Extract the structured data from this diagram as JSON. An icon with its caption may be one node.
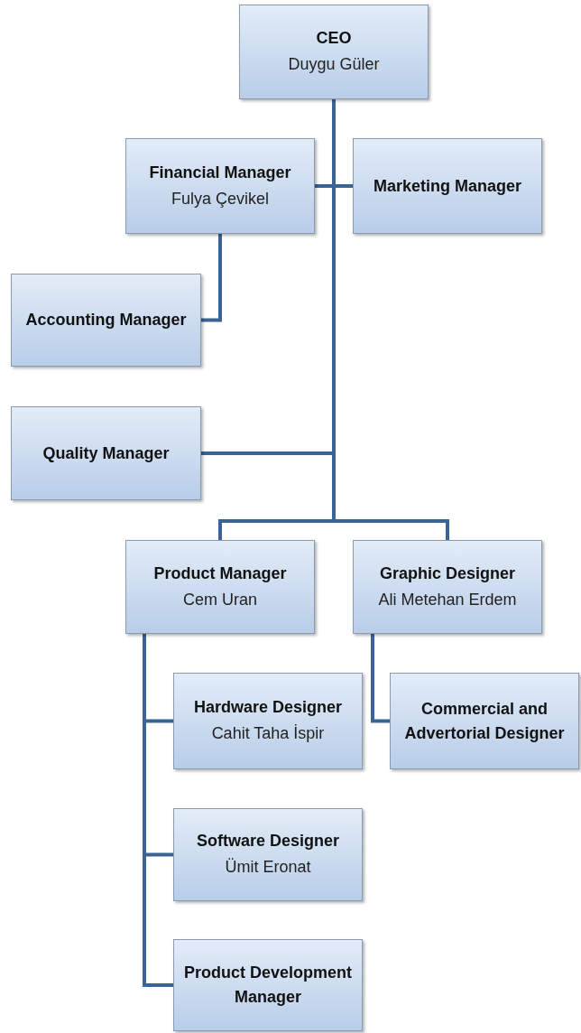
{
  "diagram": {
    "nodes": [
      {
        "text": [
          "CEO",
          "Duygu Güler"
        ]
      },
      {
        "text": [
          "Financial Manager",
          "Fulya Çevikel"
        ]
      },
      {
        "text": [
          "Marketing Manager"
        ]
      },
      {
        "text": [
          "Accounting Manager"
        ]
      },
      {
        "text": [
          "Quality Manager"
        ]
      },
      {
        "text": [
          "Product Manager",
          "Cem Uran"
        ]
      },
      {
        "text": [
          "Graphic Designer",
          "Ali Metehan Erdem"
        ]
      },
      {
        "text": [
          "Hardware Designer",
          "Cahit Taha İspir"
        ]
      },
      {
        "text": [
          "Commercial and Advertorial Designer"
        ]
      },
      {
        "text": [
          "Software Designer",
          "Ümit Eronat"
        ]
      },
      {
        "text": [
          "Product Development Manager"
        ]
      }
    ],
    "edges": [
      {
        "from": 0,
        "to": 1,
        "arrow": "none"
      },
      {
        "from": 0,
        "to": 2,
        "arrow": "none"
      },
      {
        "from": 1,
        "to": 3,
        "arrow": "none"
      },
      {
        "from": 0,
        "to": 4,
        "arrow": "none"
      },
      {
        "from": 0,
        "to": 5,
        "arrow": "none"
      },
      {
        "from": 0,
        "to": 6,
        "arrow": "none"
      },
      {
        "from": 5,
        "to": 7,
        "arrow": "none"
      },
      {
        "from": 5,
        "to": 9,
        "arrow": "none"
      },
      {
        "from": 5,
        "to": 10,
        "arrow": "none"
      },
      {
        "from": 6,
        "to": 8,
        "arrow": "none"
      }
    ]
  }
}
